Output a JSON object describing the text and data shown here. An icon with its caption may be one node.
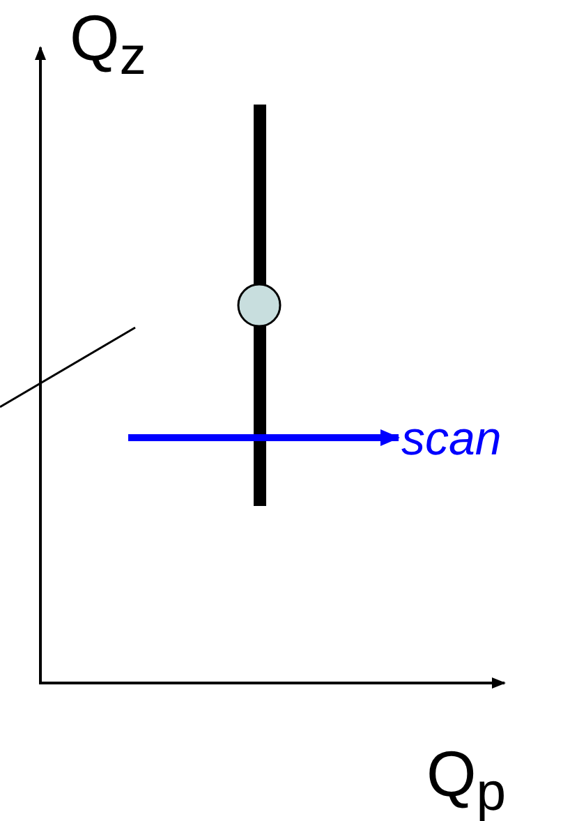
{
  "diagram": {
    "labels": [
      "Q$_{z}$",
      "scan",
      "Q$_{p}$"
    ]
  }
}
